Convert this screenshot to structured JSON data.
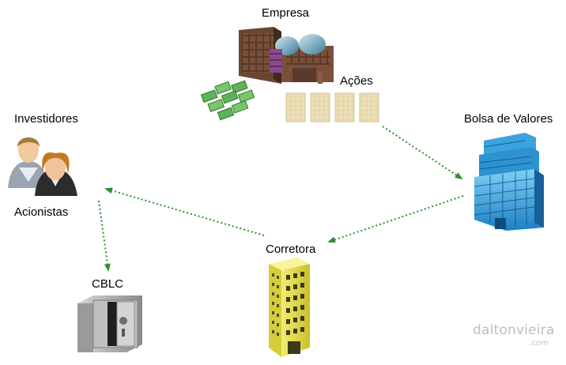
{
  "labels": {
    "empresa": "Empresa",
    "acoes": "Ações",
    "bolsa": "Bolsa de Valores",
    "investidores": "Investidores",
    "acionistas": "Acionistas",
    "corretora": "Corretora",
    "cblc": "CBLC"
  },
  "watermark": {
    "name": "daltonvieira",
    "domain": ".com"
  },
  "icons": {
    "empresa": "factory-icon",
    "money": "money-stack-icon",
    "acoes": "share-certificate-icon",
    "bolsa": "stock-exchange-building-icon",
    "investidores": "people-icon",
    "corretora": "office-tower-icon",
    "cblc": "safe-vault-icon"
  },
  "colors": {
    "arrow": "#2d8f2d"
  }
}
